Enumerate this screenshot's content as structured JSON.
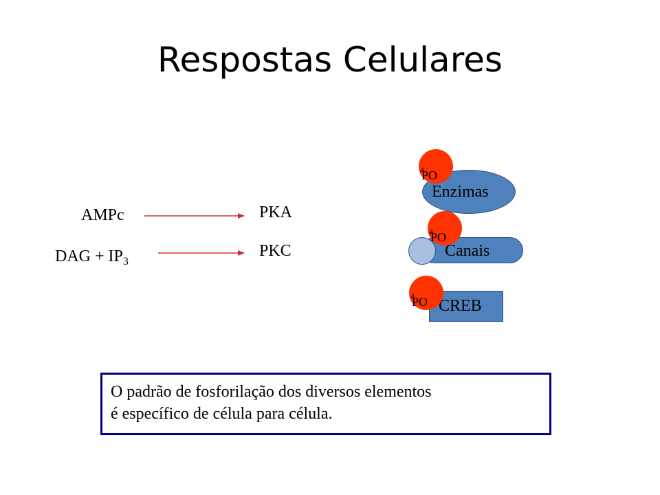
{
  "title": "Respostas Celulares",
  "left_labels": {
    "ampc": "AMPc",
    "dag_prefix": "DAG + IP",
    "dag_sub": "3"
  },
  "kinases": {
    "pka": "PKA",
    "pkc": "PKC"
  },
  "targets": {
    "enzimas": "Enzimas",
    "canais": "Canais",
    "creb": "CREB"
  },
  "phosphate": {
    "text": "PO",
    "sub": "4"
  },
  "note": {
    "line1": "O padrão de fosforilação dos diversos elementos",
    "line2": "é específico de célula para célula."
  },
  "colors": {
    "blue_shape": "#4f81bd",
    "phosphate_red": "#ff3300",
    "arrow_red": "#cc3333",
    "note_border": "#000080"
  }
}
